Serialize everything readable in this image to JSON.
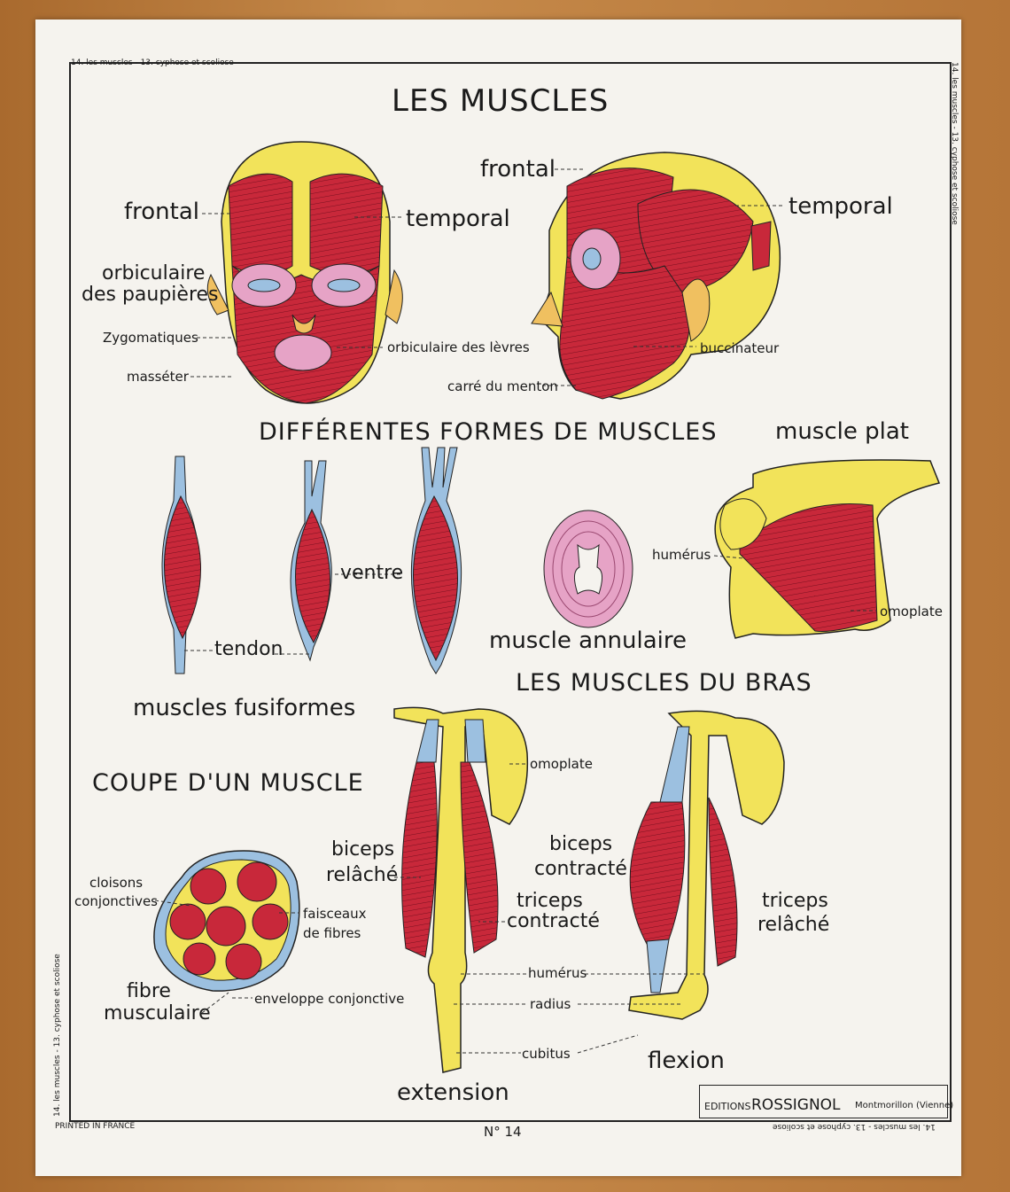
{
  "header": {
    "edge_top": "14. les muscles - 13. cyphose et scoliose",
    "edge_right": "14. les muscles - 13. cyphose et scoliose",
    "edge_left": "14. les muscles - 13. cyphose et scoliose",
    "edge_bottom": "14. les muscles - 13. cyphose et scoliose"
  },
  "title": "LES MUSCLES",
  "face": {
    "frontal_left": "frontal",
    "temporal_left": "temporal",
    "orbiculaire_1": "orbiculaire",
    "orbiculaire_2": "des paupières",
    "zygomatiques": "Zygomatiques",
    "masseter": "masséter",
    "orbiculaire_levres": "orbiculaire des lèvres",
    "frontal_right": "frontal",
    "temporal_right": "temporal",
    "buccinateur": "buccinateur",
    "carre_menton": "carré du menton"
  },
  "forms": {
    "heading": "DIFFÉRENTES FORMES DE MUSCLES",
    "ventre": "ventre",
    "tendon": "tendon",
    "fusiformes": "muscles fusiformes",
    "annulaire": "muscle annulaire",
    "plat": "muscle plat",
    "humerus": "humérus",
    "omoplate": "omoplate"
  },
  "arm": {
    "heading": "LES MUSCLES DU BRAS",
    "omoplate": "omoplate",
    "biceps_relache_1": "biceps",
    "biceps_relache_2": "relâché",
    "biceps_contracte_1": "biceps",
    "biceps_contracte_2": "contracté",
    "triceps_contracte_1": "triceps",
    "triceps_contracte_2": "contracté",
    "triceps_relache_1": "triceps",
    "triceps_relache_2": "relâché",
    "humerus": "humérus",
    "radius": "radius",
    "cubitus": "cubitus",
    "extension": "extension",
    "flexion": "flexion"
  },
  "section": {
    "heading": "COUPE D'UN MUSCLE",
    "cloisons_1": "cloisons",
    "cloisons_2": "conjonctives",
    "faisceaux_1": "faisceaux",
    "faisceaux_2": "de fibres",
    "fibre_1": "fibre",
    "fibre_2": "musculaire",
    "enveloppe": "enveloppe conjonctive"
  },
  "footer": {
    "printed": "PRINTED IN FRANCE",
    "number": "N° 14",
    "editions": "EDITIONS",
    "publisher": "ROSSIGNOL",
    "place": "Montmorillon (Vienne)"
  },
  "colors": {
    "muscle": "#c8283a",
    "tendon": "#9cc0e0",
    "bone": "#f3e55a",
    "ring": "#e6a3c6",
    "frame_wood": "#b97a3c"
  }
}
